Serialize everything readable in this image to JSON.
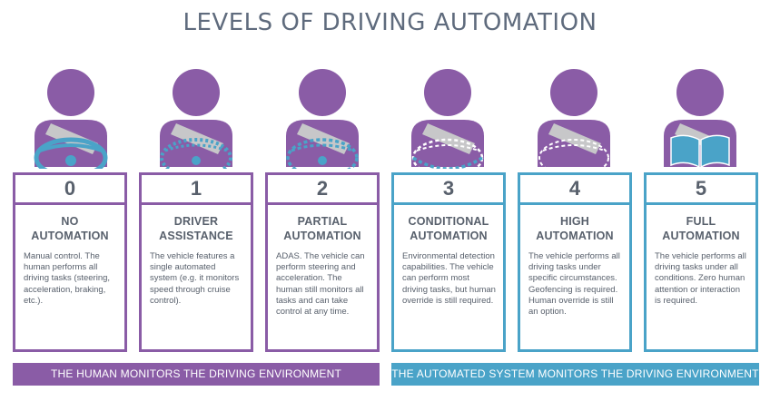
{
  "title": "LEVELS OF DRIVING AUTOMATION",
  "colors": {
    "purple": "#8a5ca6",
    "blue": "#4aa3c8",
    "text": "#58606c",
    "belt": "#c7c7c9"
  },
  "levels": [
    {
      "number": "0",
      "name_line1": "NO",
      "name_line2": "AUTOMATION",
      "desc": "Manual control. The human performs all driving tasks (steering, acceleration, braking, etc.).",
      "icon": "driver-steering-wheel-icon"
    },
    {
      "number": "1",
      "name_line1": "DRIVER",
      "name_line2": "ASSISTANCE",
      "desc": "The vehicle features a single automated system (e.g. it monitors speed through cruise control).",
      "icon": "driver-assisted-wheel-icon"
    },
    {
      "number": "2",
      "name_line1": "PARTIAL",
      "name_line2": "AUTOMATION",
      "desc": "ADAS. The vehicle can perform steering and acceleration. The human still monitors all tasks and can take control at any time.",
      "icon": "driver-partial-wheel-icon"
    },
    {
      "number": "3",
      "name_line1": "CONDITIONAL",
      "name_line2": "AUTOMATION",
      "desc": "Environmental detection capabilities. The vehicle can perform most driving tasks, but human override is still required.",
      "icon": "driver-conditional-wheel-icon"
    },
    {
      "number": "4",
      "name_line1": "HIGH",
      "name_line2": "AUTOMATION",
      "desc": "The vehicle performs all driving tasks under specific circumstances. Geofencing is required. Human override is still an option.",
      "icon": "driver-high-wheel-icon"
    },
    {
      "number": "5",
      "name_line1": "FULL",
      "name_line2": "AUTOMATION",
      "desc": "The vehicle performs all driving tasks under all conditions. Zero human attention or interaction is required.",
      "icon": "driver-reading-book-icon"
    }
  ],
  "bands": {
    "human": "THE HUMAN MONITORS THE DRIVING ENVIRONMENT",
    "auto": "THE AUTOMATED SYSTEM MONITORS THE DRIVING ENVIRONMENT"
  }
}
